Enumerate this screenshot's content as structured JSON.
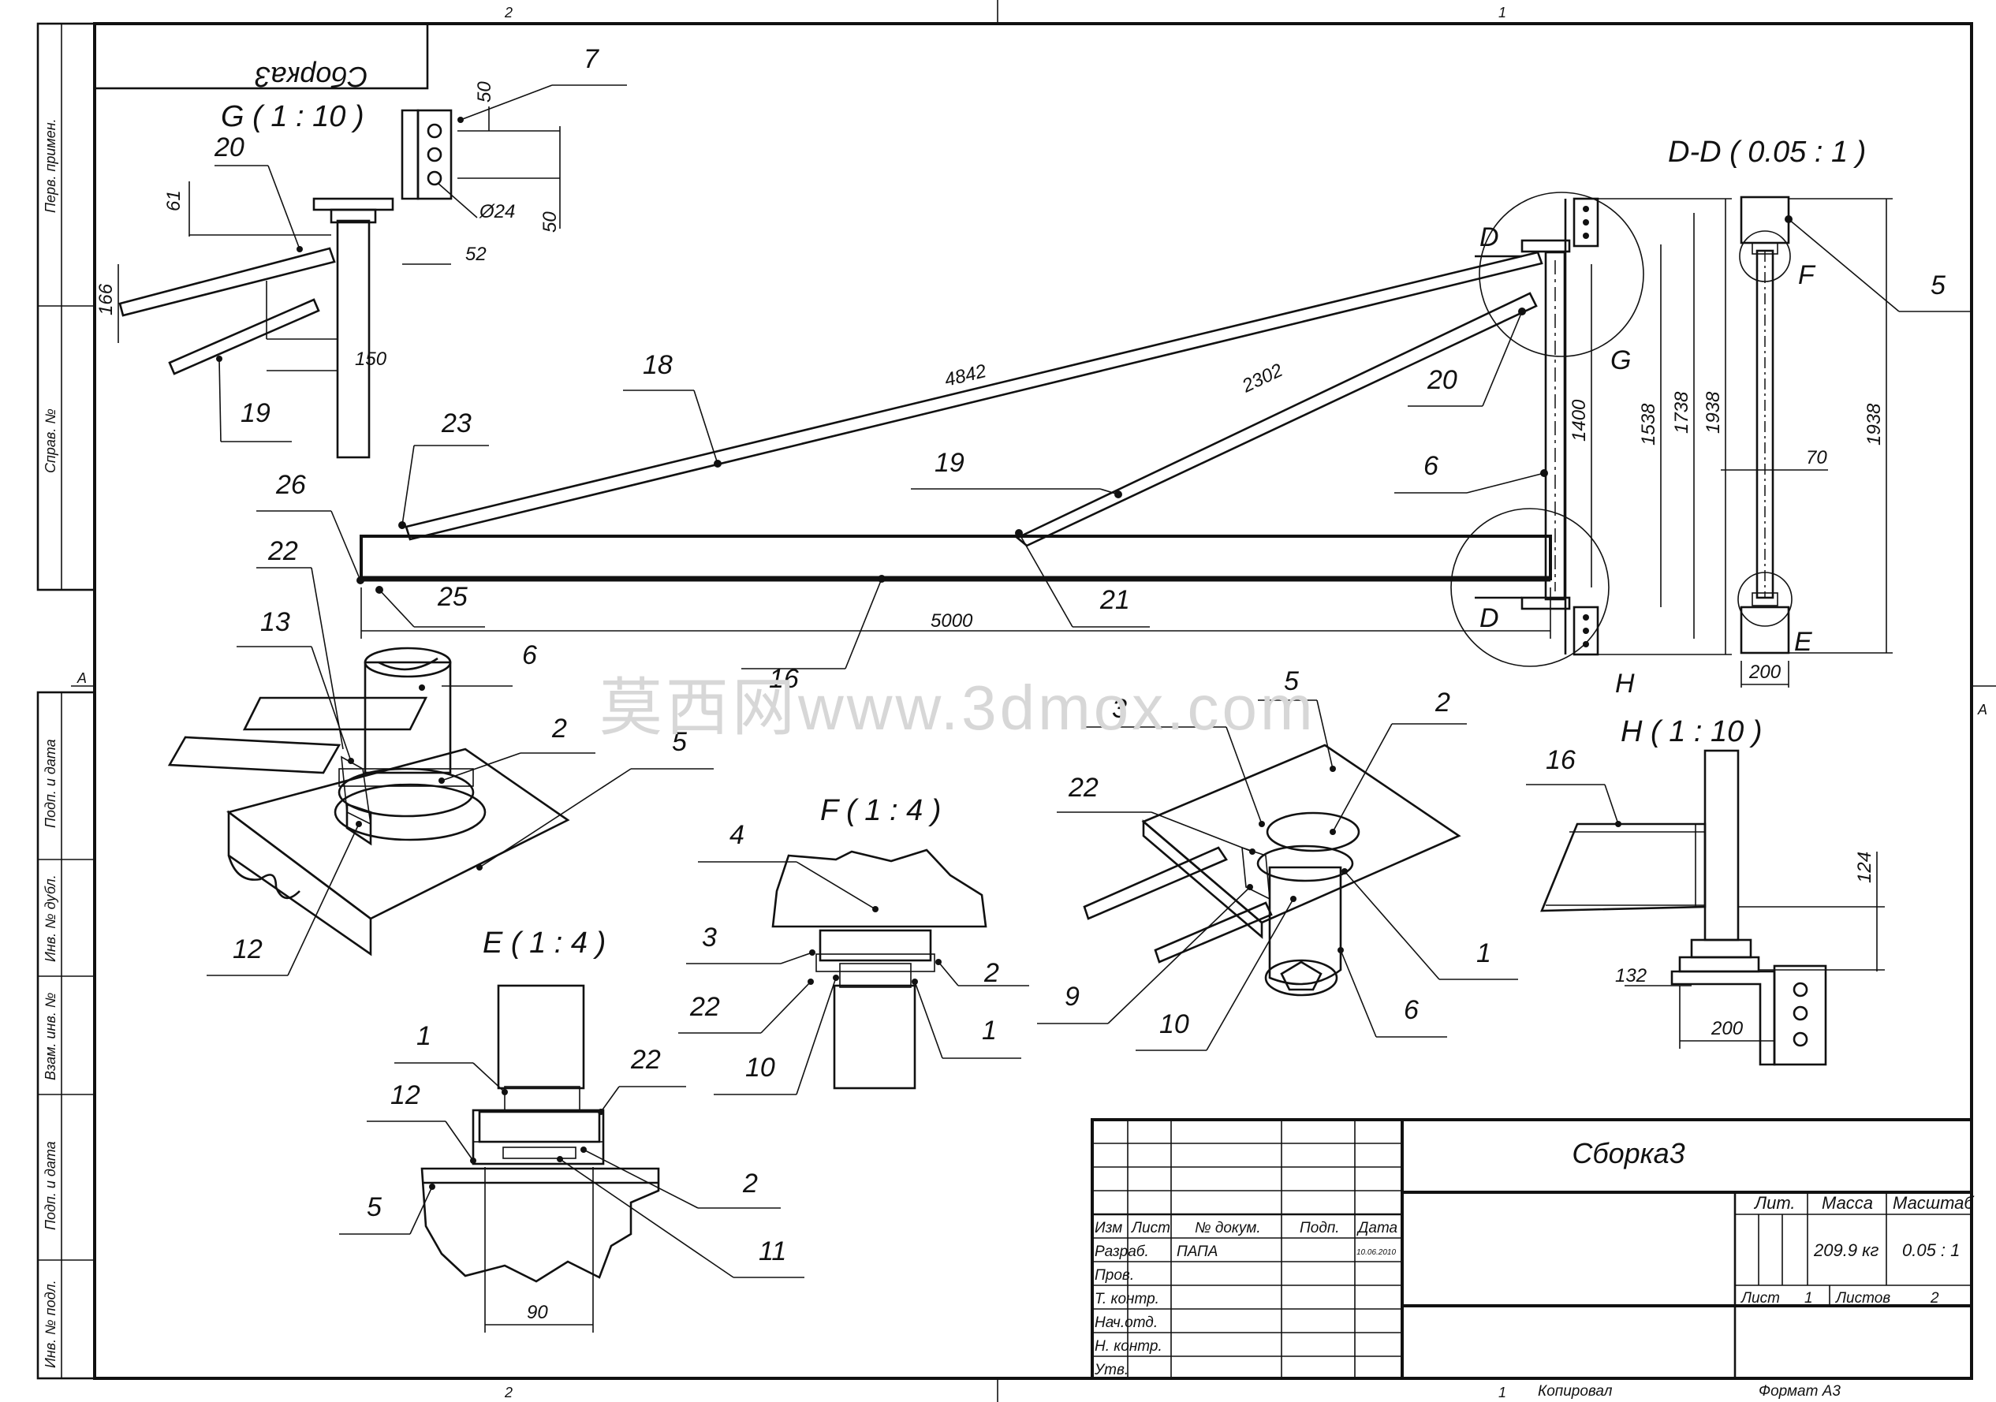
{
  "colors": {
    "part_yellow": "#f4f20a",
    "bearing_purple": "#8a1fd6",
    "plate_grey": "#9a9a9a",
    "steel_light": "#cfcfcf",
    "seal_green": "#5fcf8e"
  },
  "frame": {
    "zone_top_left": "2",
    "zone_top_right": "1",
    "zone_bottom_left": "2",
    "zone_bottom_right": "1",
    "zone_left": "A",
    "zone_right": "A"
  },
  "side_strip": {
    "perv_primen": "Перв. примен.",
    "sprav_no": "Справ. №",
    "podp_data_1": "Подп. и дата",
    "inv_dubl": "Инв. № дубл.",
    "vzam_inv": "Взам. инв. №",
    "podp_data_2": "Подп. и дата",
    "inv_podl": "Инв. № подл."
  },
  "top_tag": "Сборка3",
  "views": {
    "g": "G ( 1 : 10 )",
    "dd": "D-D ( 0.05 : 1 )",
    "f": "F ( 1 : 4 )",
    "e": "E ( 1 : 4 )",
    "h": "H ( 1 : 10 )"
  },
  "view_letters": {
    "d_top": "D",
    "d_bottom": "D",
    "g": "G",
    "h": "H",
    "f": "F",
    "e": "E"
  },
  "dims": {
    "d4842": "4842",
    "d2302": "2302",
    "d5000": "5000",
    "d1400": "1400",
    "d1538": "1538",
    "d1738": "1738",
    "d1938": "1938",
    "dd1938": "1938",
    "d70": "70",
    "d200dd": "200",
    "g50a": "50",
    "g50b": "50",
    "g24": "Ø24",
    "g52": "52",
    "g61": "61",
    "g166": "166",
    "g150": "150",
    "h124": "124",
    "h132": "132",
    "h200": "200",
    "e90": "90"
  },
  "callouts": {
    "g20": "20",
    "g7": "7",
    "g19": "19",
    "m18": "18",
    "m23": "23",
    "m26": "26",
    "m22": "22",
    "m25": "25",
    "m19": "19",
    "m21": "21",
    "m20": "20",
    "m6": "6",
    "m5": "5",
    "m16": "16",
    "a13": "13",
    "a6": "6",
    "a2": "2",
    "a5": "5",
    "a12": "12",
    "f4": "4",
    "f3": "3",
    "f22": "22",
    "f2": "2",
    "f1": "1",
    "f10": "10",
    "e1": "1",
    "e12": "12",
    "e22": "22",
    "e2": "2",
    "e5": "5",
    "e11": "11",
    "b3": "3",
    "b5": "5",
    "b2": "2",
    "b22": "22",
    "b1": "1",
    "b9": "9",
    "b10": "10",
    "b6": "6",
    "h16": "16"
  },
  "watermark": "莫西网www.3dmox.com",
  "title_block": {
    "name": "Сборка3",
    "col_izm": "Изм",
    "col_list": "Лист",
    "col_doc": "№ докум.",
    "col_podp": "Подп.",
    "col_data": "Дата",
    "row_razrab": "Разраб.",
    "razrab_name": "ПАПА",
    "razrab_date": "10.06.2010",
    "row_prov": "Пров.",
    "row_tkontr": "Т. контр.",
    "row_nachotd": "Нач.отд.",
    "row_nkontr": "Н. контр.",
    "row_utv": "Утв.",
    "hdr_lit": "Лит.",
    "hdr_massa": "Масса",
    "hdr_masshtab": "Масштаб",
    "massa": "209.9 кг",
    "masshtab": "0.05 : 1",
    "list_label": "Лист",
    "list_value": "1",
    "listov_label": "Листов",
    "listov_value": "2"
  },
  "footer": {
    "kopiroval": "Копировал",
    "format": "Формат А3"
  }
}
